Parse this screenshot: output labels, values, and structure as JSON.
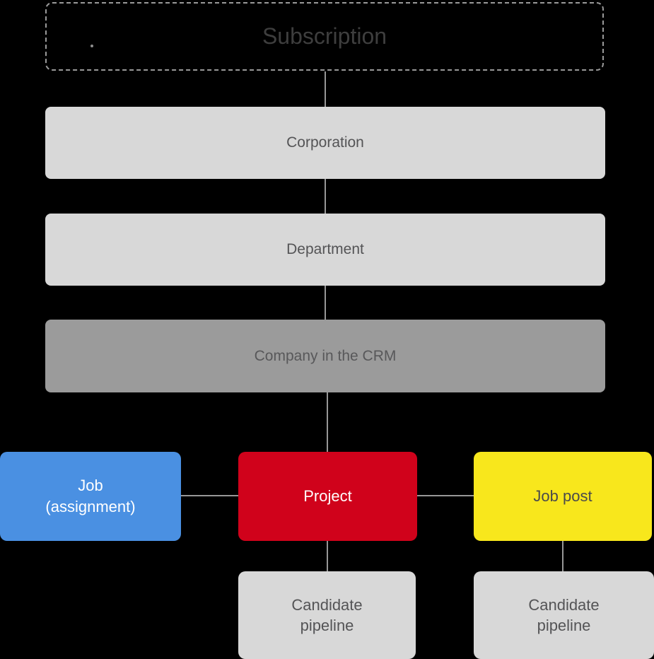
{
  "diagram": {
    "type": "hierarchy-flowchart",
    "background_color": "#000000",
    "connector_color": "#979797",
    "nodes": {
      "subscription": {
        "label": "Subscription",
        "shape": "dashed-outline-box",
        "border_color": "#9a9a9a",
        "fill_color": "transparent",
        "text_color": "#3e3e3e"
      },
      "corporation": {
        "label": "Corporation",
        "fill_color": "#d8d8d8",
        "text_color": "#545456"
      },
      "department": {
        "label": "Department",
        "fill_color": "#d8d8d8",
        "text_color": "#545456"
      },
      "company_crm": {
        "label": "Company in the CRM",
        "fill_color": "#9b9b9b",
        "text_color": "#58585a"
      },
      "job_assignment": {
        "lines": [
          "Job",
          "(assignment)"
        ],
        "fill_color": "#4a90e2",
        "text_color": "#ffffff"
      },
      "project": {
        "label": "Project",
        "fill_color": "#d0021b",
        "text_color": "#ffffff"
      },
      "job_post": {
        "label": "Job post",
        "fill_color": "#f8e71c",
        "text_color": "#4a4a4c"
      },
      "candidate_pipeline_left": {
        "lines": [
          "Candidate",
          "pipeline"
        ],
        "fill_color": "#d8d8d8",
        "text_color": "#545456"
      },
      "candidate_pipeline_right": {
        "lines": [
          "Candidate",
          "pipeline"
        ],
        "fill_color": "#d8d8d8",
        "text_color": "#545456"
      }
    },
    "edges": [
      {
        "from": "subscription",
        "to": "corporation"
      },
      {
        "from": "corporation",
        "to": "department"
      },
      {
        "from": "department",
        "to": "company_crm"
      },
      {
        "from": "company_crm",
        "to": "project"
      },
      {
        "from": "job_assignment",
        "to": "project"
      },
      {
        "from": "project",
        "to": "job_post"
      },
      {
        "from": "project",
        "to": "candidate_pipeline_left"
      },
      {
        "from": "job_post",
        "to": "candidate_pipeline_right"
      }
    ]
  }
}
